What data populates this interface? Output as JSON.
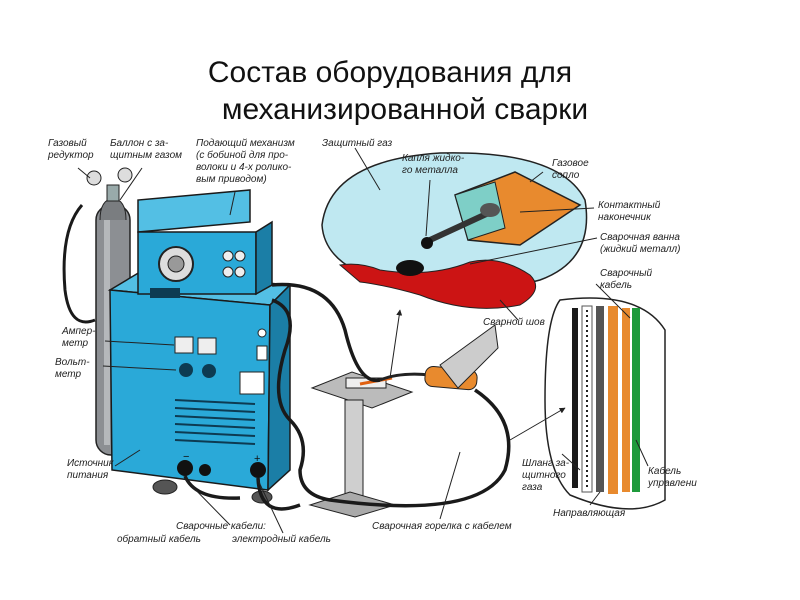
{
  "title": {
    "line1": "Состав оборудования для",
    "line2": "механизированной сварки"
  },
  "labels": {
    "gas_reducer": [
      "Газовый",
      "редуктор"
    ],
    "gas_cylinder": [
      "Баллон с за-",
      "щитным газом"
    ],
    "feed_mechanism": [
      "Подающий механизм",
      "(с бобиной для про-",
      "волоки и 4-х ролико-",
      "вым приводом)"
    ],
    "shield_gas": [
      "Защитный газ"
    ],
    "metal_drop": [
      "Капля жидко-",
      "го металла"
    ],
    "gas_nozzle": [
      "Газовое",
      "сопло"
    ],
    "contact_tip": [
      "Контактный",
      "наконечник"
    ],
    "weld_pool": [
      "Сварочная ванна",
      "(жидкий металл)"
    ],
    "weld_cable": [
      "Сварочный",
      "кабель"
    ],
    "weld_seam": [
      "Сварной шов"
    ],
    "ammeter": [
      "Ампер-",
      "метр"
    ],
    "voltmeter": [
      "Вольт-",
      "метр"
    ],
    "power_source": [
      "Источник",
      "питания"
    ],
    "gas_hose": [
      "Шланг за-",
      "щитного",
      "газа"
    ],
    "control_cable": [
      "Кабель",
      "управлени"
    ],
    "guide": [
      "Направляющая"
    ],
    "welding_cables": [
      "Сварочные кабели:"
    ],
    "return_cable": [
      "обратный кабель"
    ],
    "electrode_cable": [
      "электродный кабель"
    ],
    "torch_with_cable": [
      "Сварочная горелка с кабелем"
    ]
  },
  "colors": {
    "machine": "#2aa9d8",
    "machine_dark": "#1b7ea6",
    "cylinder": "#8c8f93",
    "nozzle": "#e88a2e",
    "seam": "#cc1414",
    "detail_bg": "#bfe8f1",
    "cable": "#1a1a1a",
    "control_green": "#1e9a3c"
  }
}
